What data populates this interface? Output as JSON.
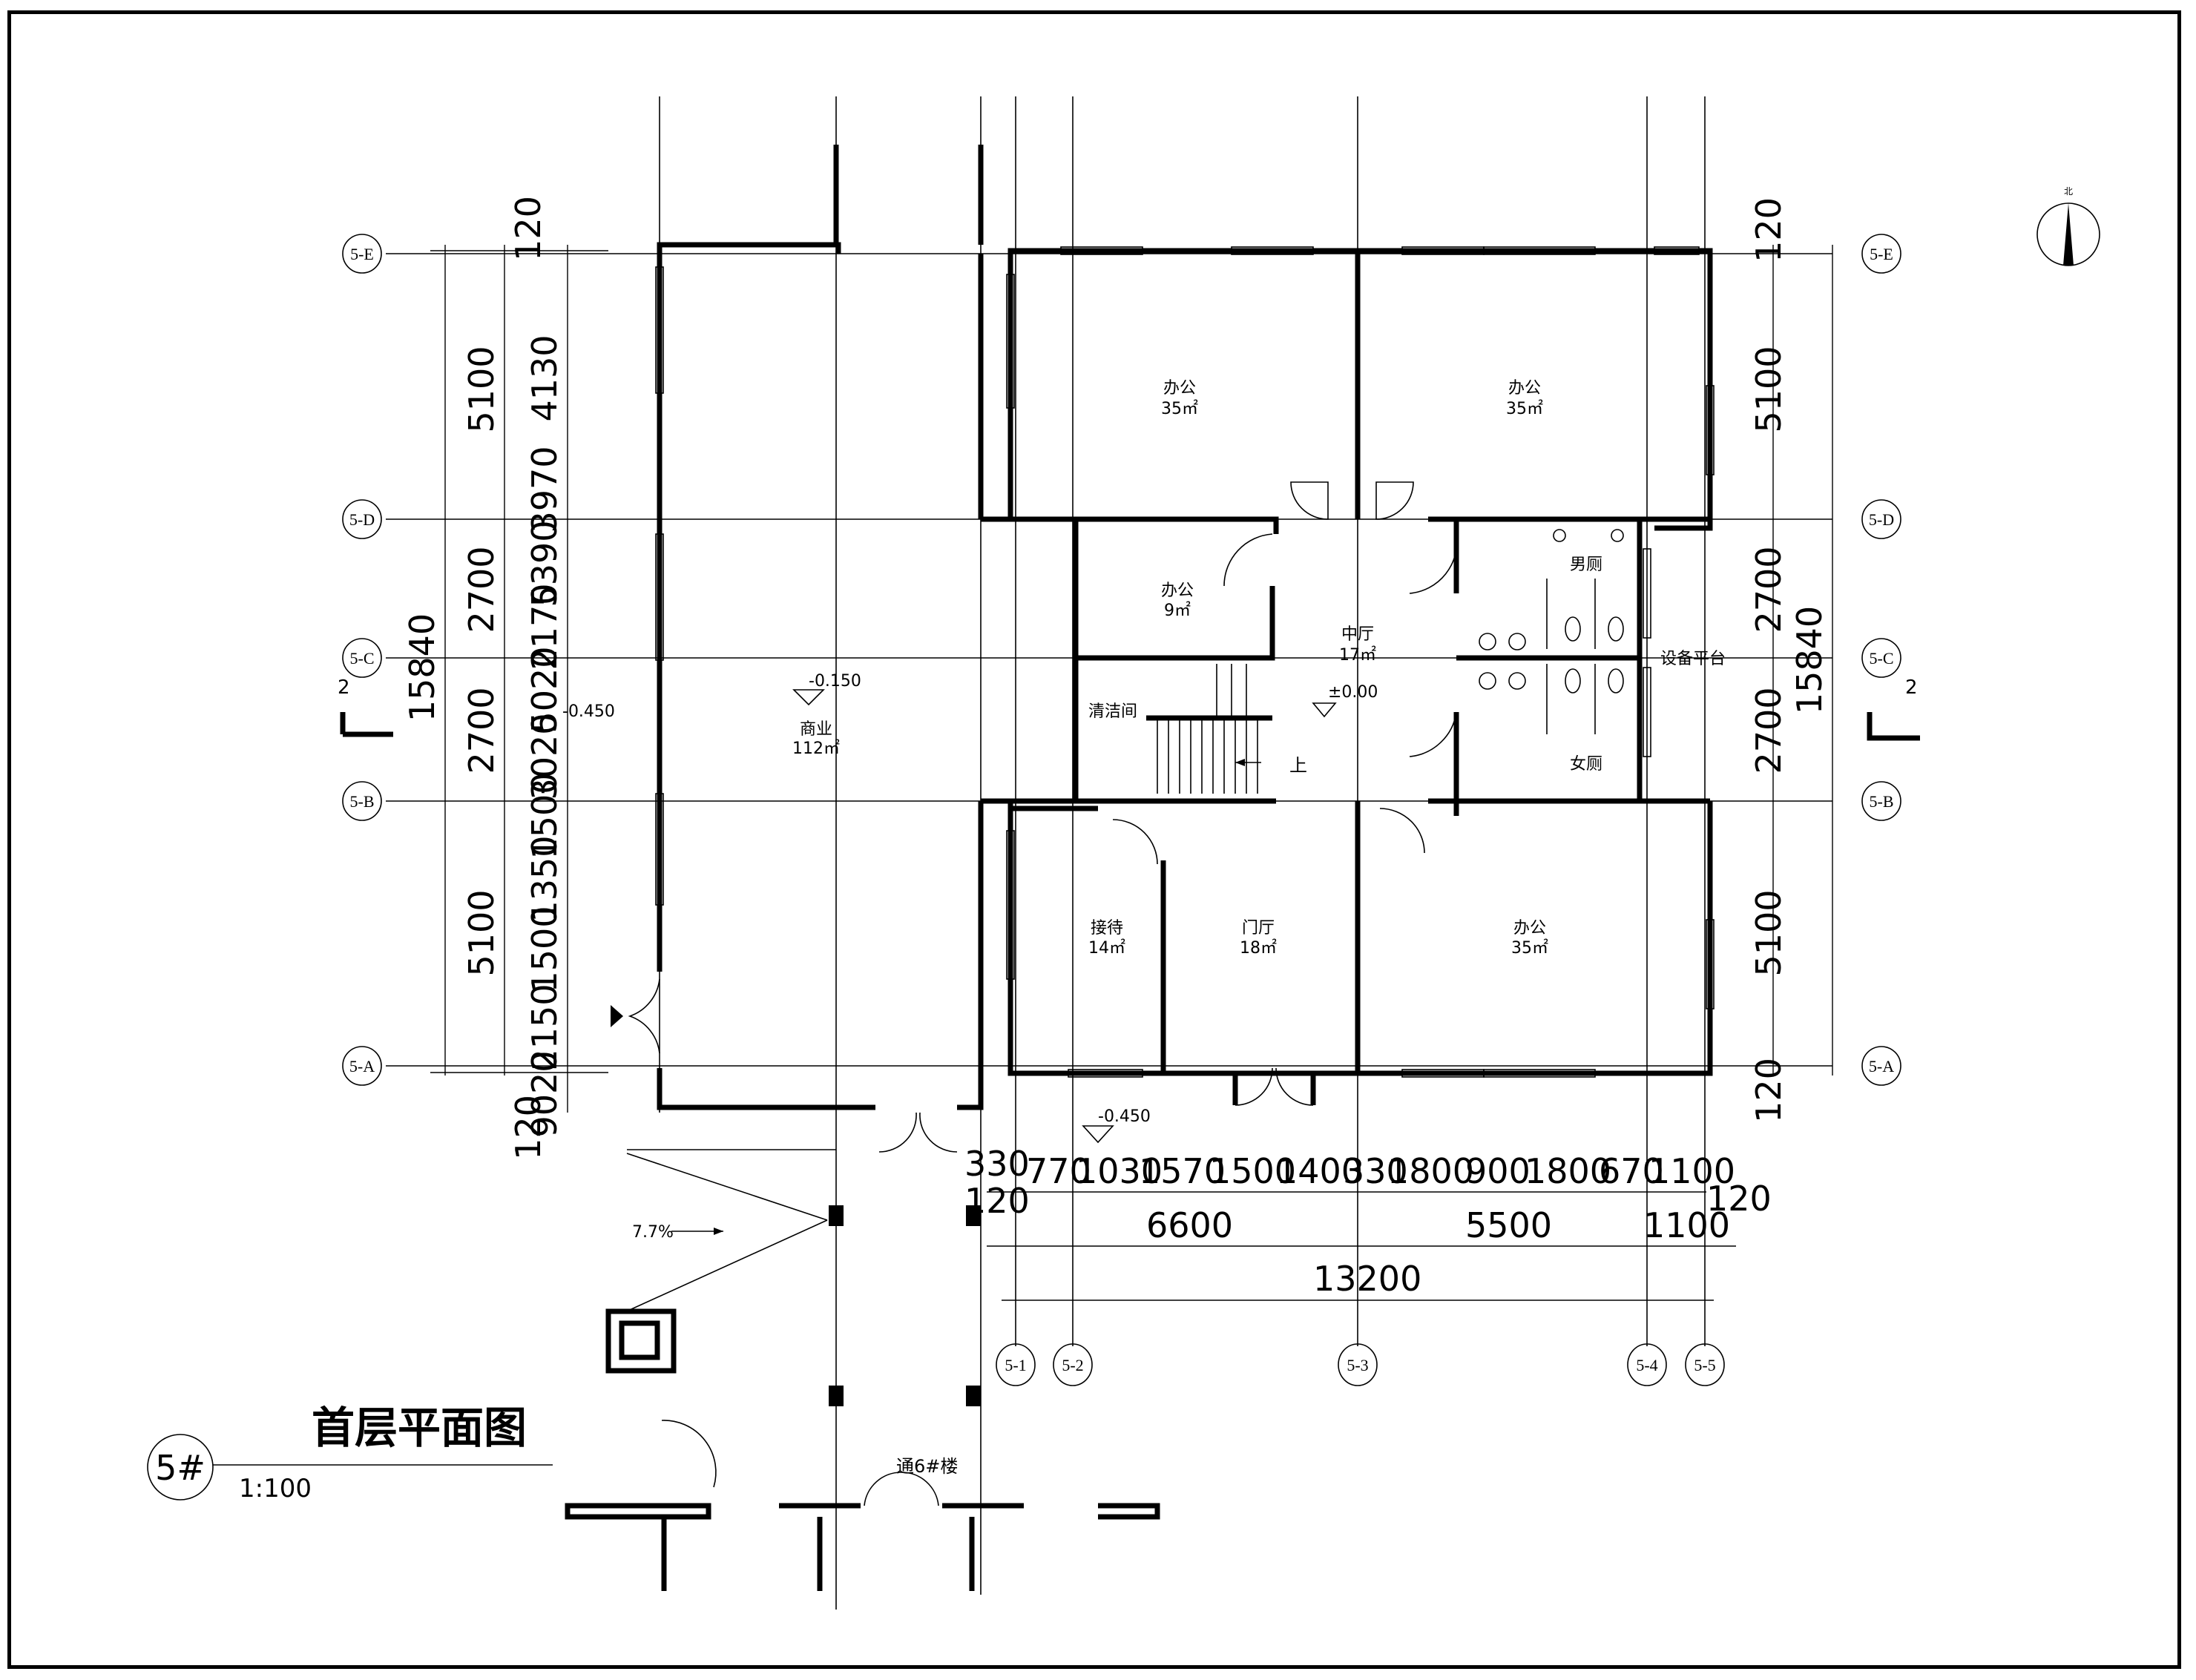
{
  "drawing": {
    "title": "首层平面图",
    "building_tag": "5#",
    "scale": "1:100",
    "north_label": "北"
  },
  "axes": {
    "horizontal": [
      "5-E",
      "5-D",
      "5-C",
      "5-B",
      "5-A"
    ],
    "vertical": [
      "5-1",
      "5-2",
      "5-3",
      "5-4",
      "5-5"
    ]
  },
  "rooms": [
    {
      "name": "办公",
      "area": "35㎡",
      "id": "office-nw"
    },
    {
      "name": "办公",
      "area": "35㎡",
      "id": "office-ne"
    },
    {
      "name": "办公",
      "area": "9㎡",
      "id": "office-small"
    },
    {
      "name": "中厅",
      "area": "17㎡",
      "id": "atrium"
    },
    {
      "name": "男厕",
      "area": "",
      "id": "mens-toilet"
    },
    {
      "name": "女厕",
      "area": "",
      "id": "womens-toilet"
    },
    {
      "name": "设备平台",
      "area": "",
      "id": "equipment-platform"
    },
    {
      "name": "清洁间",
      "area": "",
      "id": "cleaning-room"
    },
    {
      "name": "商业",
      "area": "112㎡",
      "id": "commercial"
    },
    {
      "name": "接待",
      "area": "14㎡",
      "id": "reception"
    },
    {
      "name": "门厅",
      "area": "18㎡",
      "id": "lobby"
    },
    {
      "name": "办公",
      "area": "35㎡",
      "id": "office-se"
    }
  ],
  "annotations": {
    "stair_up": "上",
    "level_atrium": "±0.00",
    "level_commercial": "-0.150",
    "level_side": "-0.450",
    "level_entry": "-0.450",
    "ramp_slope": "7.7%",
    "passage": "通6#楼",
    "section_mark": "2"
  },
  "dimensions": {
    "left_outer": [
      "5100",
      "2700",
      "2700",
      "5100"
    ],
    "left_total": "15840",
    "left_top_120": "120",
    "left_bottom_120": "120",
    "left_inner": [
      "4130",
      "3970",
      "5390",
      "2170",
      "5020",
      "3020",
      "2150",
      "0390",
      "1500",
      "1350",
      "1500",
      "2150",
      "9020"
    ],
    "right_outer": [
      "120",
      "5100",
      "2700",
      "2700",
      "5100",
      "120"
    ],
    "right_total": "15840",
    "bottom_detail": [
      "330",
      "770",
      "1030",
      "1570",
      "1500",
      "1400",
      "330",
      "1800",
      "900",
      "1800",
      "670",
      "1100"
    ],
    "bottom_detail_120_left": "120",
    "bottom_detail_120_right": "120",
    "bottom_bays": [
      "6600",
      "5500",
      "1100"
    ],
    "bottom_total": "13200"
  }
}
